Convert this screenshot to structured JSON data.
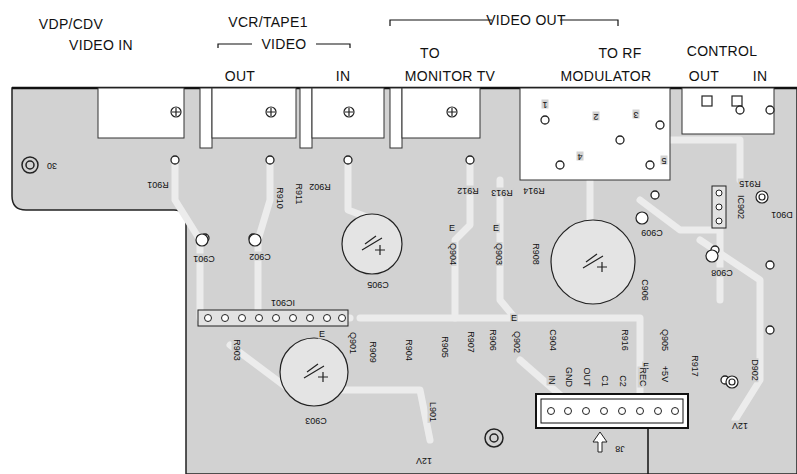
{
  "diagram": {
    "labels": [
      "VDP/CDV",
      "VIDEO IN",
      "VCR/TAPE1",
      "VIDEO",
      "OUT",
      "IN",
      "VIDEO OUT",
      "TO",
      "MONITOR TV",
      "TO RF",
      "MODULATOR",
      "CONTROL",
      "OUT",
      "IN",
      "30",
      "R901",
      "R910",
      "R911",
      "R902",
      "R912",
      "R913",
      "R914",
      "R915",
      "D901",
      "C901",
      "C902",
      "C905",
      "E",
      "Q904",
      "E",
      "Q903",
      "R908",
      "C906",
      "C909",
      "IC902",
      "C908",
      "IC901",
      "R903",
      "E",
      "Q901",
      "R909",
      "R904",
      "R905",
      "R907",
      "R906",
      "E",
      "Q902",
      "C904",
      "R916",
      "Q905",
      "E",
      "+5V",
      "R917",
      "D902",
      "C903",
      "L901",
      "12V",
      "12V",
      "IN",
      "GND",
      "OUT",
      "C1",
      "C2",
      "REC",
      "J8",
      "1",
      "2",
      "3",
      "4",
      "5"
    ]
  }
}
